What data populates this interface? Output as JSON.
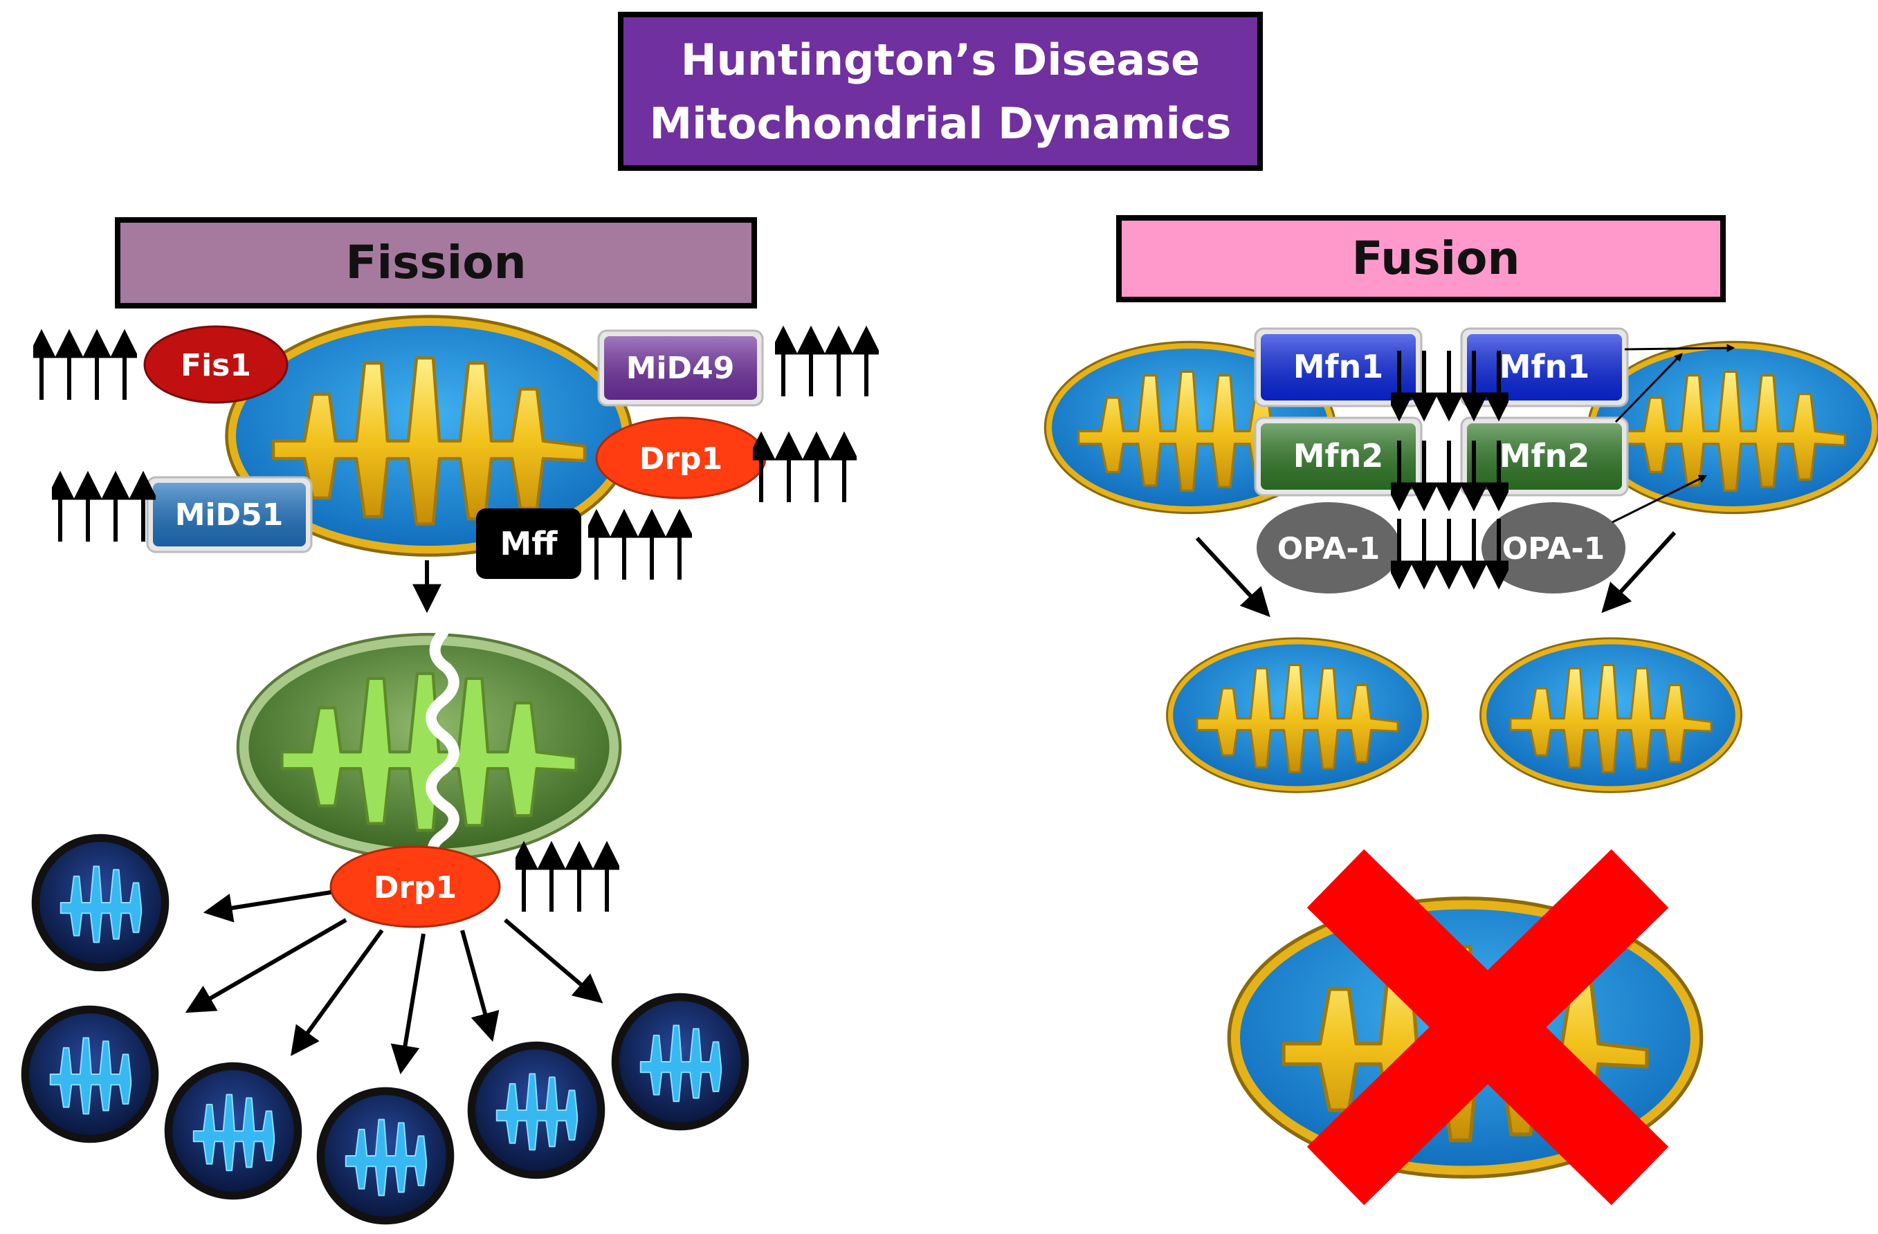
{
  "title": {
    "line1": "Huntington’s Disease",
    "line2": "Mitochondrial Dynamics"
  },
  "fission": {
    "header": "Fission",
    "labels": {
      "fis1": "Fis1",
      "mid49": "MiD49",
      "drp1_top": "Drp1",
      "mid51": "MiD51",
      "mff": "Mff",
      "drp1_bottom": "Drp1"
    }
  },
  "fusion": {
    "header": "Fusion",
    "labels": {
      "mfn1_left": "Mfn1",
      "mfn1_right": "Mfn1",
      "mfn2_left": "Mfn2",
      "mfn2_right": "Mfn2",
      "opa1_left": "OPA-1",
      "opa1_right": "OPA-1"
    }
  },
  "colors": {
    "title_bg": "#7030a0",
    "fission_header_bg": "#a57a9e",
    "fusion_header_bg": "#ff99cc",
    "membrane_blue": "#1b88d2",
    "rim_gold": "#c89a10",
    "cristae_gold": "#f2c21c",
    "fis1": "#c0100f",
    "mid49": "#7030a0",
    "drp1": "#ff3d10",
    "mid51": "#1e72c0",
    "mff": "#000000",
    "mfn1": "#0a26e0",
    "mfn2": "#2f7a26",
    "opa1": "#666666",
    "cross": "#ff0000",
    "green_mito": "#4f7a33",
    "dark_mito": "#132c66"
  }
}
